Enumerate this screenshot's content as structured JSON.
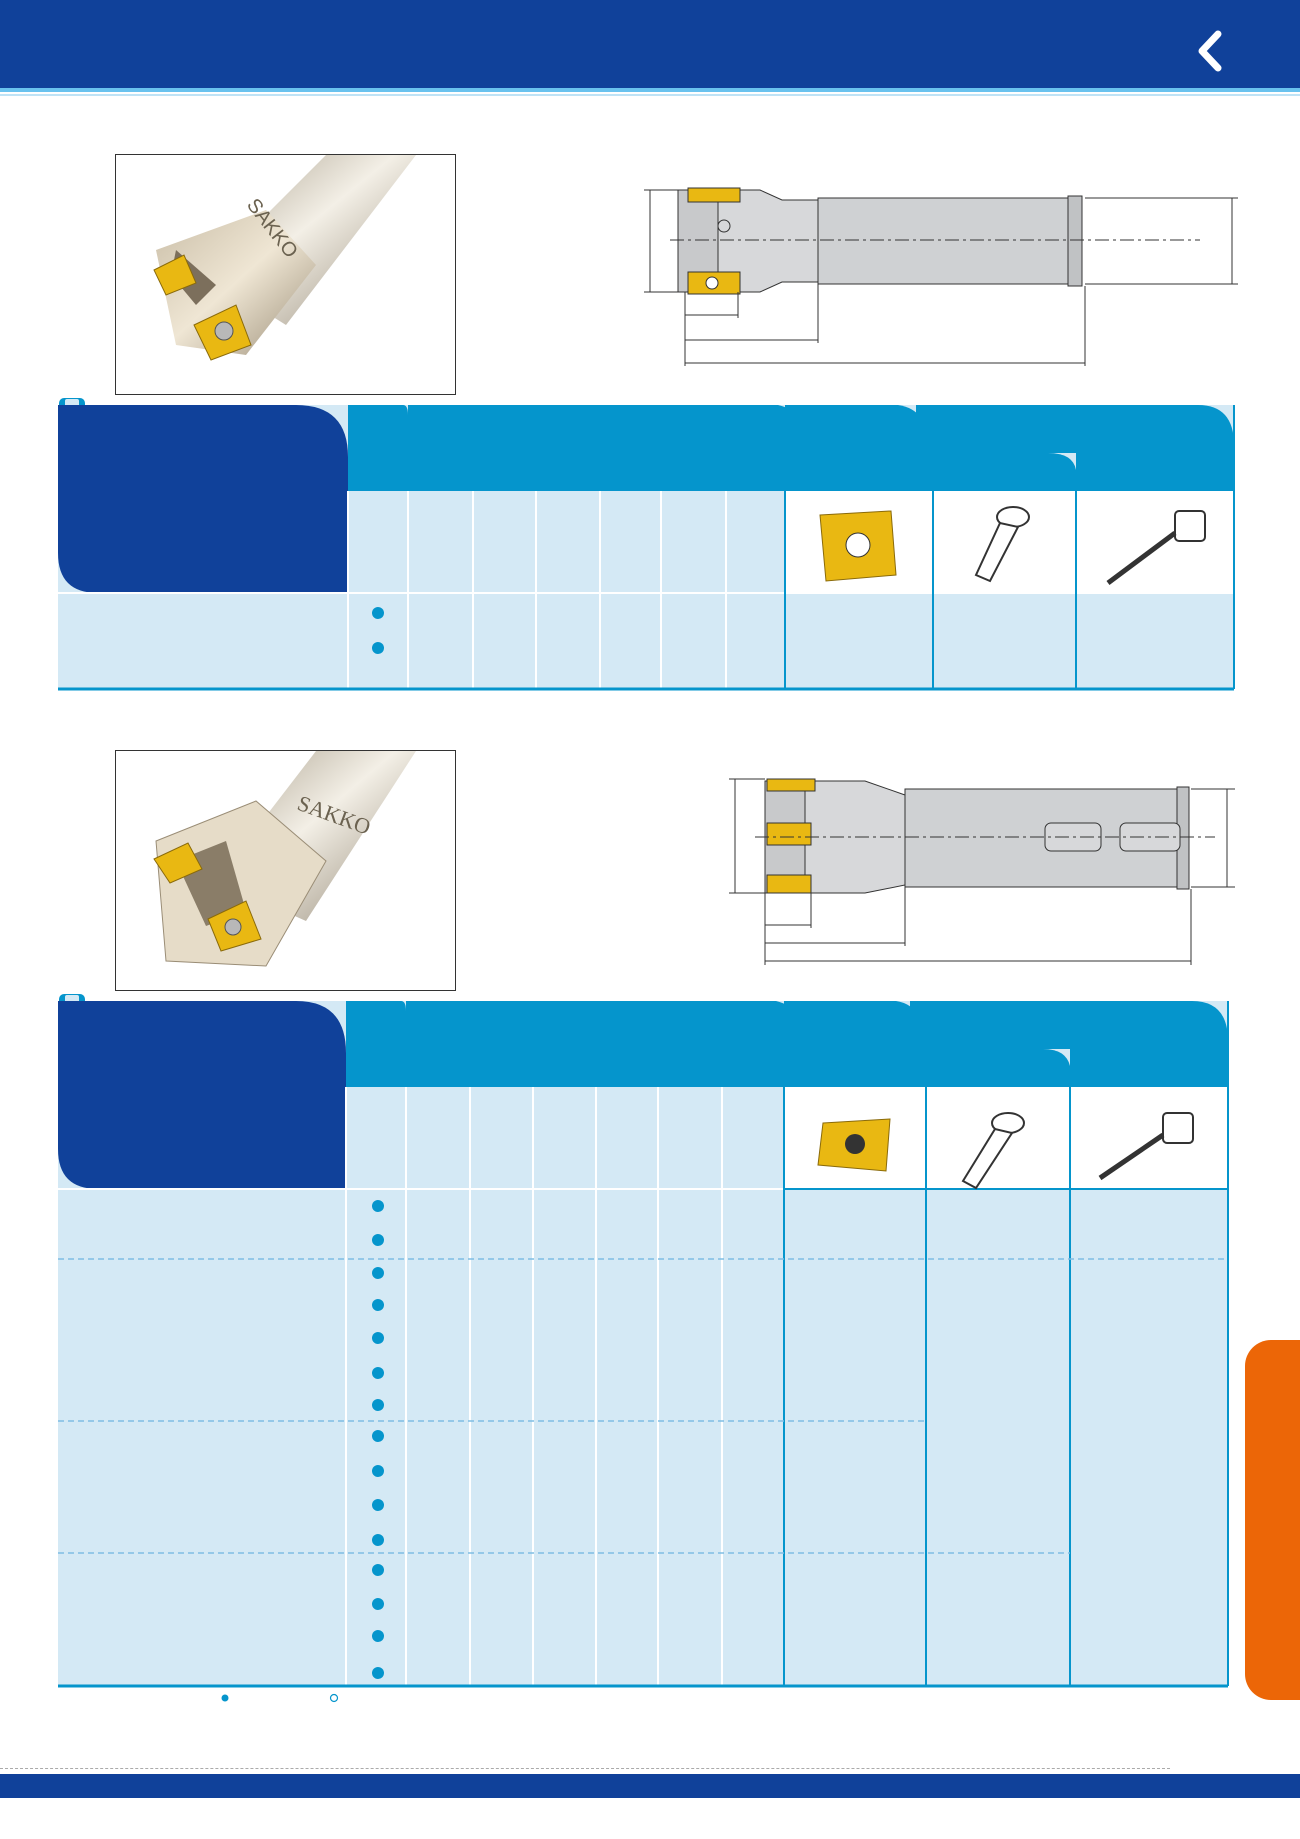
{
  "header": {
    "back_icon": "chevron-left-icon"
  },
  "colors": {
    "header_blue": "#10419a",
    "table_blue": "#0595cc",
    "row_light": "#d4e9f5",
    "accent_orange": "#ec6607",
    "insert_gold": "#e9b812"
  },
  "section1": {
    "photo_brand_text": "SAKKO",
    "icons": [
      "insert-icon",
      "torx-screw-icon",
      "torx-key-icon"
    ],
    "row_bullets": 2
  },
  "section2": {
    "photo_brand_text": "SAKKO",
    "icons": [
      "insert-icon",
      "torx-screw-icon",
      "torx-key-icon"
    ],
    "row_bullets": 15
  },
  "legend": {
    "filled_icon": "filled-dot-icon",
    "hollow_icon": "hollow-dot-icon"
  }
}
